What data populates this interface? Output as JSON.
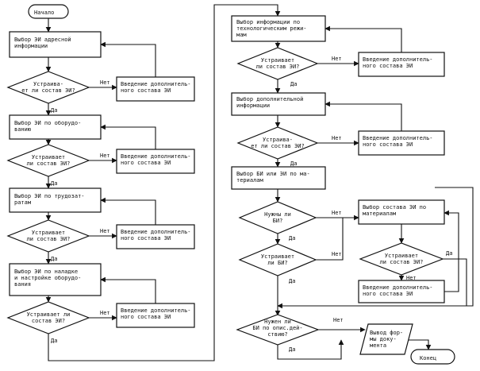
{
  "start": "Начало",
  "end": "Конец",
  "left": [
    {
      "process": [
        "Выбор ЭИ адресной",
        "информации"
      ],
      "decision": [
        "Устраива-",
        "ет ли состав ЭИ?"
      ],
      "no": "Нет",
      "yes": "Да",
      "add": [
        "Введение дополнитель-",
        "ного состава ЭИ"
      ]
    },
    {
      "process": [
        "Выбор ЭИ по оборудо-",
        "ванию"
      ],
      "decision": [
        "Устраивает",
        "ли состав ЭИ?"
      ],
      "no": "Нет",
      "yes": "Да",
      "add": [
        "Введение дополнитель-",
        "ного состава ЭИ"
      ]
    },
    {
      "process": [
        "Выбор ЭИ по трудозат-",
        "ратам"
      ],
      "decision": [
        "Устраивает",
        "ли состав ЭИ?"
      ],
      "no": "Нет",
      "yes": "Да",
      "add": [
        "Введение дополнитель-",
        "ного состава ЭИ"
      ]
    },
    {
      "process": [
        "Выбор ЭИ по наладке",
        "и настройке оборудо-",
        "вания"
      ],
      "decision": [
        "Устраивает ли",
        "состав ЭИ?"
      ],
      "no": "Нет",
      "yes": "Да",
      "add": [
        "Введение дополнитель-",
        "ного состава ЭИ"
      ]
    }
  ],
  "right": [
    {
      "process": [
        "Выбор информации по",
        "технологическим режи-",
        "мам"
      ],
      "decision": [
        "Устраивает",
        "ли состав ЭИ?"
      ],
      "no": "Нет",
      "yes": "Да",
      "add": [
        "Введение дополнитель-",
        "ного состава ЭИ"
      ]
    },
    {
      "process": [
        "Выбор дополнительной",
        "информации"
      ],
      "decision": [
        "Устраива-",
        "ет ли состав ЭИ?"
      ],
      "no": "Нет",
      "yes": "Да",
      "add": [
        "Введение дополнитель-",
        "ного состава ЭИ"
      ]
    }
  ],
  "materials": {
    "process": [
      "Выбор БИ или ЭИ по ма-",
      "териалам"
    ],
    "need_bi": [
      "Нужны ли",
      "БИ?"
    ],
    "need_bi_no": "Нет",
    "need_bi_yes": "Да",
    "bi_ok": [
      "Устраивает",
      "ли БИ?"
    ],
    "bi_ok_no": "Нет",
    "bi_ok_yes": "Да",
    "select_ei": [
      "Выбор состава ЭИ по",
      "материалам"
    ],
    "ei_ok": [
      "Устраивает",
      "ли состав ЭИ?"
    ],
    "ei_ok_yes": "Да",
    "ei_ok_no": "Нет",
    "add": [
      "Введение дополнитель-",
      "ного состава ЭИ"
    ]
  },
  "final": {
    "decision": [
      "Нужен ли",
      "БИ по опис.дей-",
      "ствию?"
    ],
    "no": "Нет",
    "yes": "Да",
    "output": [
      "Вывод фор-",
      "мы доку-",
      "мента"
    ]
  }
}
